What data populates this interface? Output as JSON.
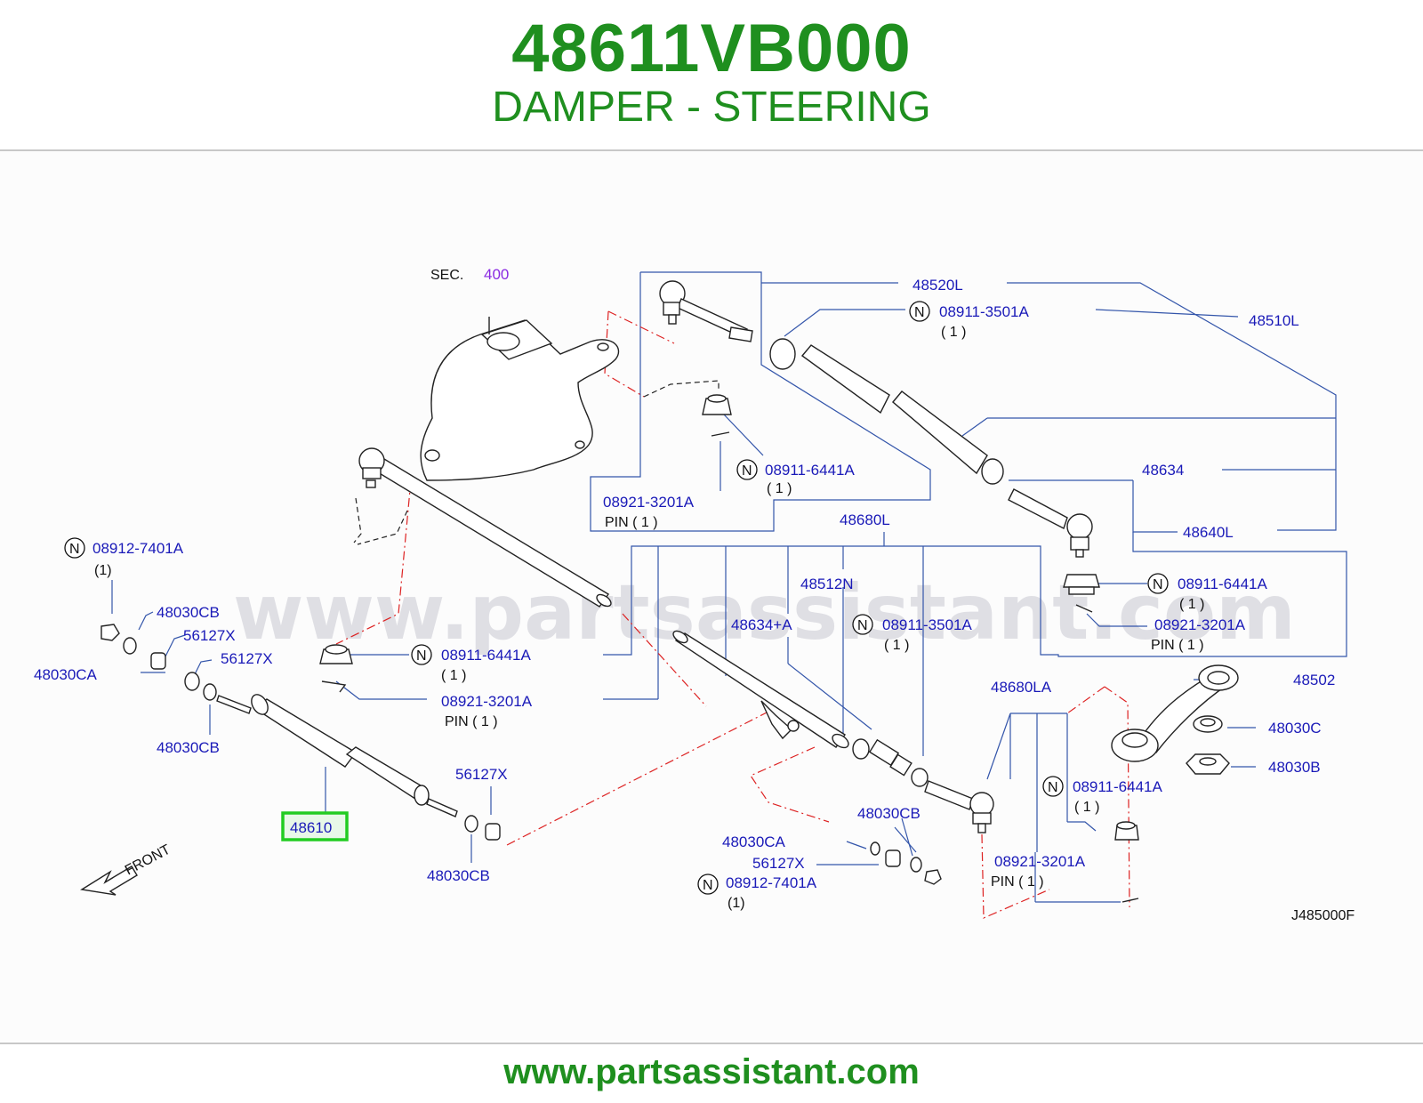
{
  "header": {
    "part_number": "48611VB000",
    "part_name": "DAMPER - STEERING"
  },
  "watermark": "www.partsassistant.com",
  "footer": {
    "url": "www.partsassistant.com"
  },
  "diagram": {
    "sec_prefix": "SEC.",
    "sec_number": "400",
    "drawing_code": "J485000F",
    "front_label": "FRONT",
    "highlighted_part": "48610",
    "n_marker": "N",
    "labels": {
      "p48520L": "48520L",
      "p48510L": "48510L",
      "p08911_3501A_top": "08911-3501A",
      "q_top_3501": "( 1 )",
      "p08911_6441A_top": "08911-6441A",
      "q_top_6441": "( 1 )",
      "p08921_3201A_top": "08921-3201A",
      "pin_top": "PIN    ( 1 )",
      "p48634": "48634",
      "p48640L": "48640L",
      "p48680L": "48680L",
      "p48512N": "48512N",
      "p08911_6441A_right": "08911-6441A",
      "q_right_6441": "( 1 )",
      "p08921_3201A_right": "08921-3201A",
      "pin_right": "PIN    ( 1 )",
      "p48634A": "48634+A",
      "p08911_3501A_mid": "08911-3501A",
      "q_mid_3501": "( 1 )",
      "p08912_7401A_left": "08912-7401A",
      "q_left_7401": "(1)",
      "p48030CB_1": "48030CB",
      "p56127X_1": "56127X",
      "p56127X_2": "56127X",
      "p48030CA_left": "48030CA",
      "p08911_6441A_mid": "08911-6441A",
      "q_mid_6441": "( 1 )",
      "p08921_3201A_mid": "08921-3201A",
      "pin_mid": "PIN    ( 1 )",
      "p48030CB_2": "48030CB",
      "p48680LA": "48680LA",
      "p48502": "48502",
      "p48030C": "48030C",
      "p48030B": "48030B",
      "p56127X_3": "56127X",
      "p08911_6441A_br": "08911-6441A",
      "q_br_6441": "( 1 )",
      "p48030CB_3": "48030CB",
      "p48030CB_4": "48030CB",
      "p48030CA_bot": "48030CA",
      "p56127X_4": "56127X",
      "p08912_7401A_bot": "08912-7401A",
      "q_bot_7401": "(1)",
      "p08921_3201A_bot": "08921-3201A",
      "pin_bot": "PIN    ( 1 )"
    }
  },
  "colors": {
    "title_green": "#1f8f1f",
    "label_blue": "#1a1ab8",
    "highlight_green": "#22cc22",
    "sec_purple": "#8a2be2",
    "leader_blue": "#3355aa",
    "dash_red": "#dd2222"
  }
}
